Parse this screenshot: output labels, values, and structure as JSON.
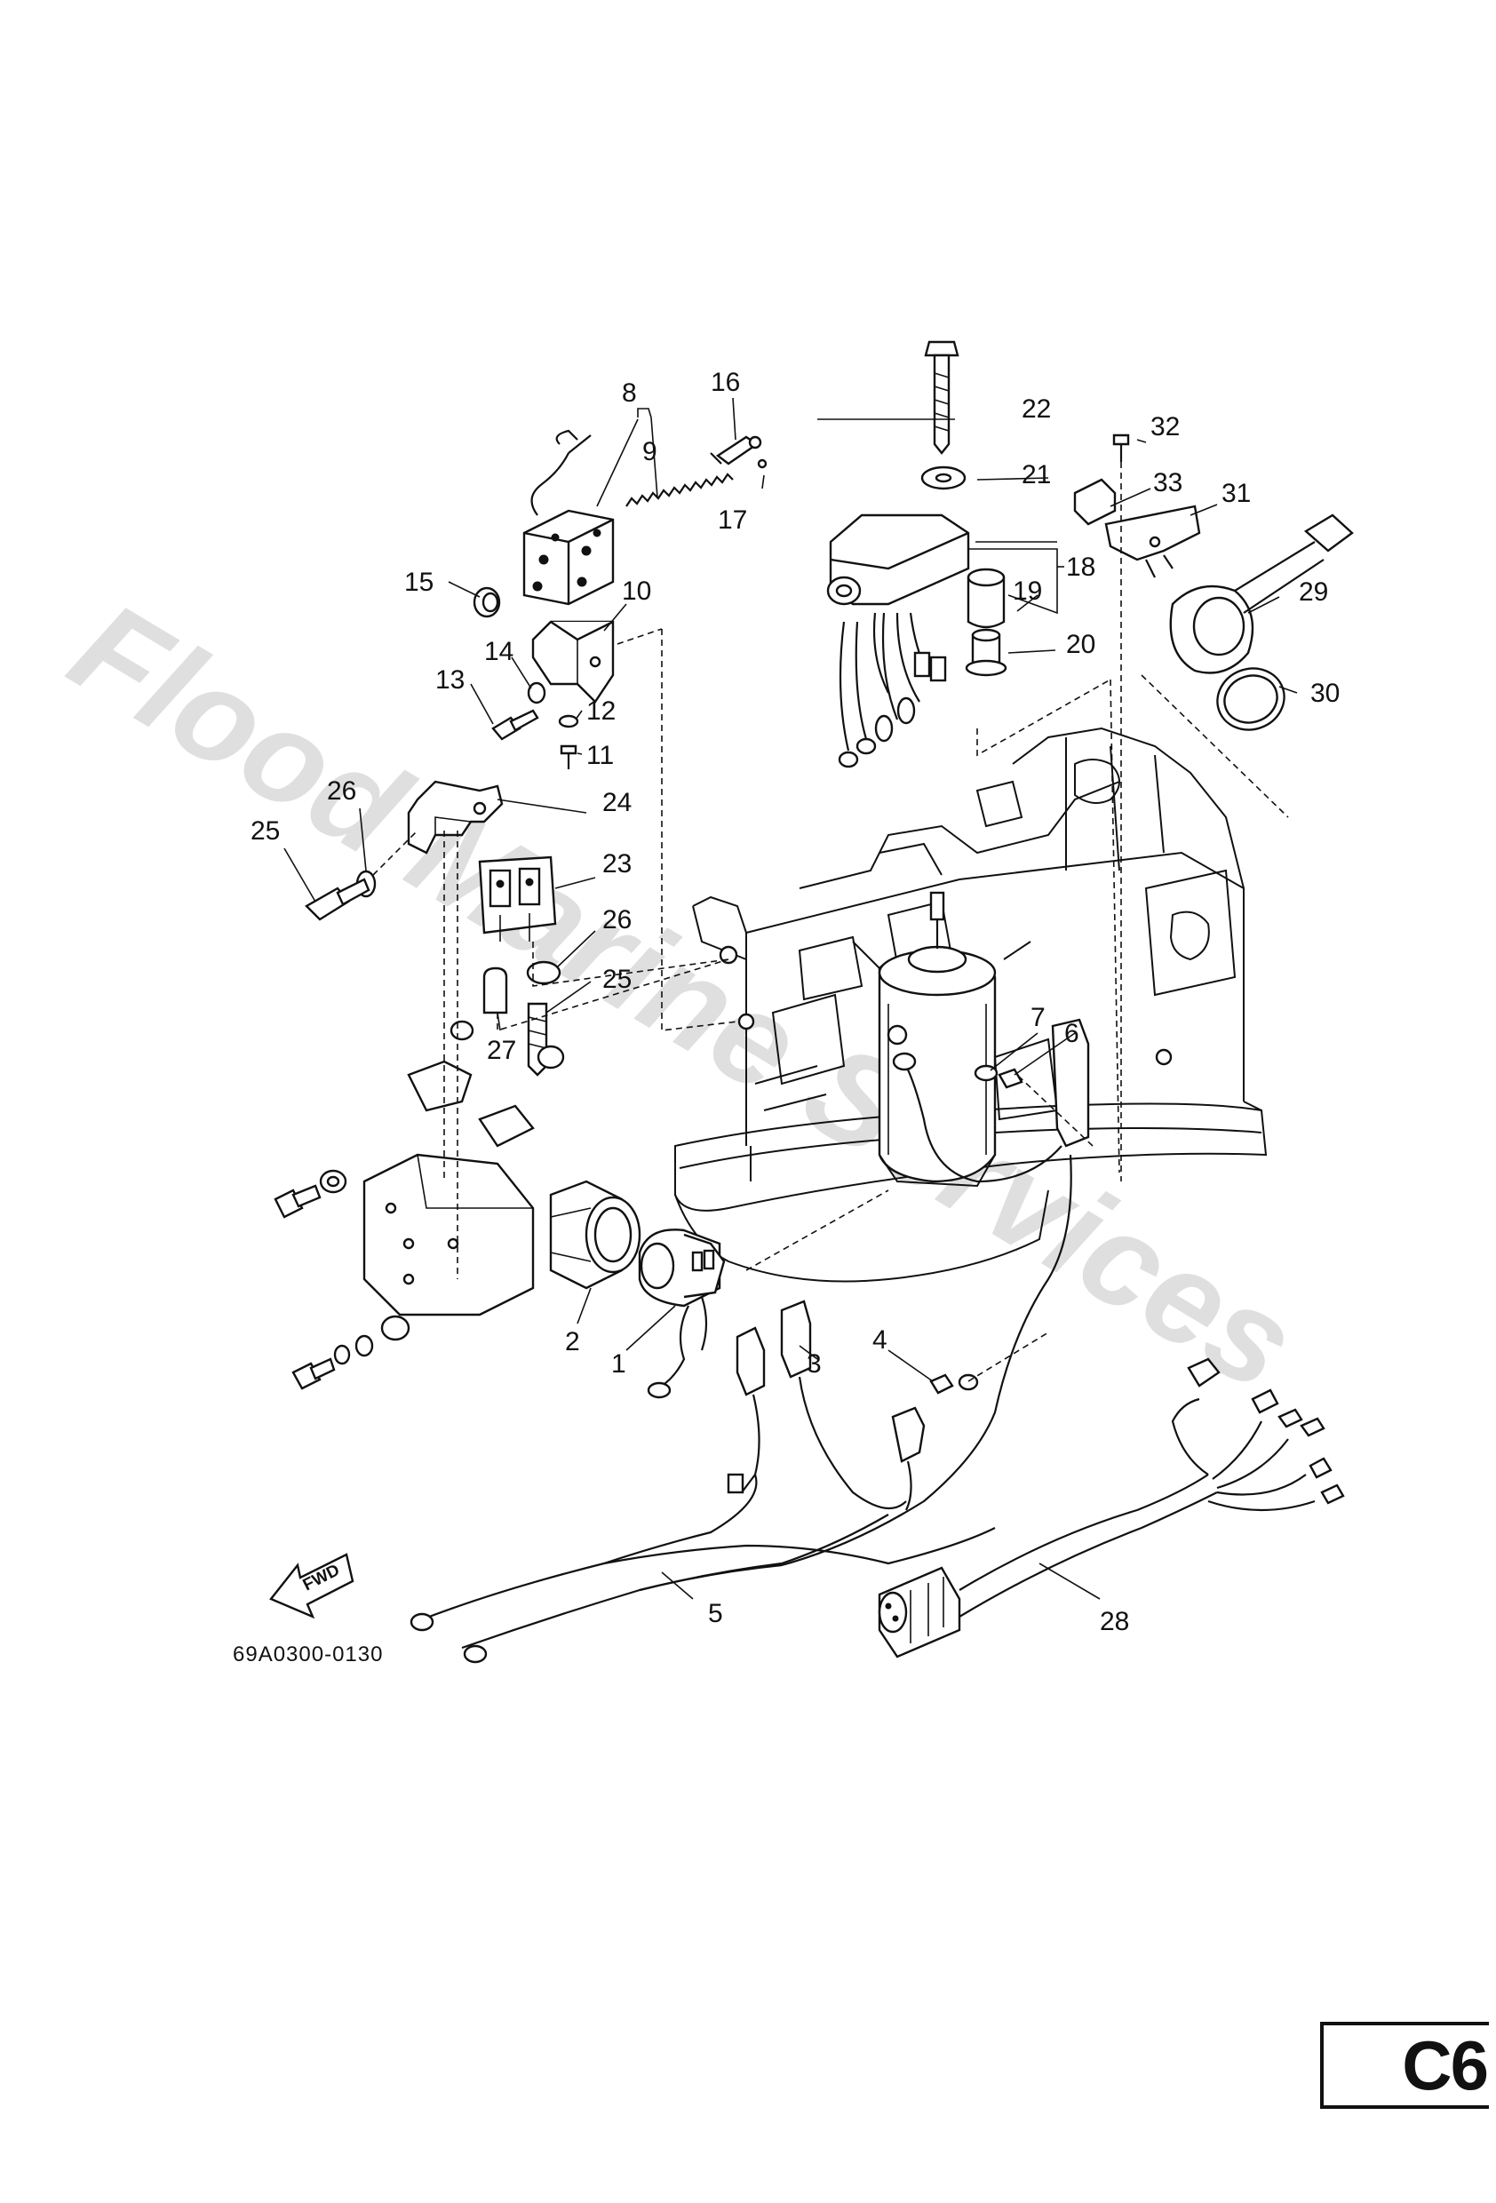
{
  "diagram": {
    "callouts": [
      {
        "id": "1",
        "label": "1"
      },
      {
        "id": "2",
        "label": "2"
      },
      {
        "id": "3",
        "label": "3"
      },
      {
        "id": "4",
        "label": "4"
      },
      {
        "id": "5",
        "label": "5"
      },
      {
        "id": "6",
        "label": "6"
      },
      {
        "id": "7",
        "label": "7"
      },
      {
        "id": "8",
        "label": "8"
      },
      {
        "id": "9",
        "label": "9"
      },
      {
        "id": "10",
        "label": "10"
      },
      {
        "id": "11",
        "label": "11"
      },
      {
        "id": "12",
        "label": "12"
      },
      {
        "id": "13",
        "label": "13"
      },
      {
        "id": "14",
        "label": "14"
      },
      {
        "id": "15",
        "label": "15"
      },
      {
        "id": "16",
        "label": "16"
      },
      {
        "id": "17",
        "label": "17"
      },
      {
        "id": "18",
        "label": "18"
      },
      {
        "id": "19",
        "label": "19"
      },
      {
        "id": "20",
        "label": "20"
      },
      {
        "id": "21",
        "label": "21"
      },
      {
        "id": "22",
        "label": "22"
      },
      {
        "id": "23",
        "label": "23"
      },
      {
        "id": "24",
        "label": "24"
      },
      {
        "id": "25a",
        "label": "25"
      },
      {
        "id": "25b",
        "label": "25"
      },
      {
        "id": "26a",
        "label": "26"
      },
      {
        "id": "26b",
        "label": "26"
      },
      {
        "id": "27",
        "label": "27"
      },
      {
        "id": "28",
        "label": "28"
      },
      {
        "id": "29",
        "label": "29"
      },
      {
        "id": "30",
        "label": "30"
      },
      {
        "id": "31",
        "label": "31"
      },
      {
        "id": "32",
        "label": "32"
      },
      {
        "id": "33",
        "label": "33"
      }
    ],
    "fwd_label": "FWD",
    "drawing_code": "69A0300-0130",
    "watermark": "Flood Marine Services",
    "page_tag": "C6"
  }
}
